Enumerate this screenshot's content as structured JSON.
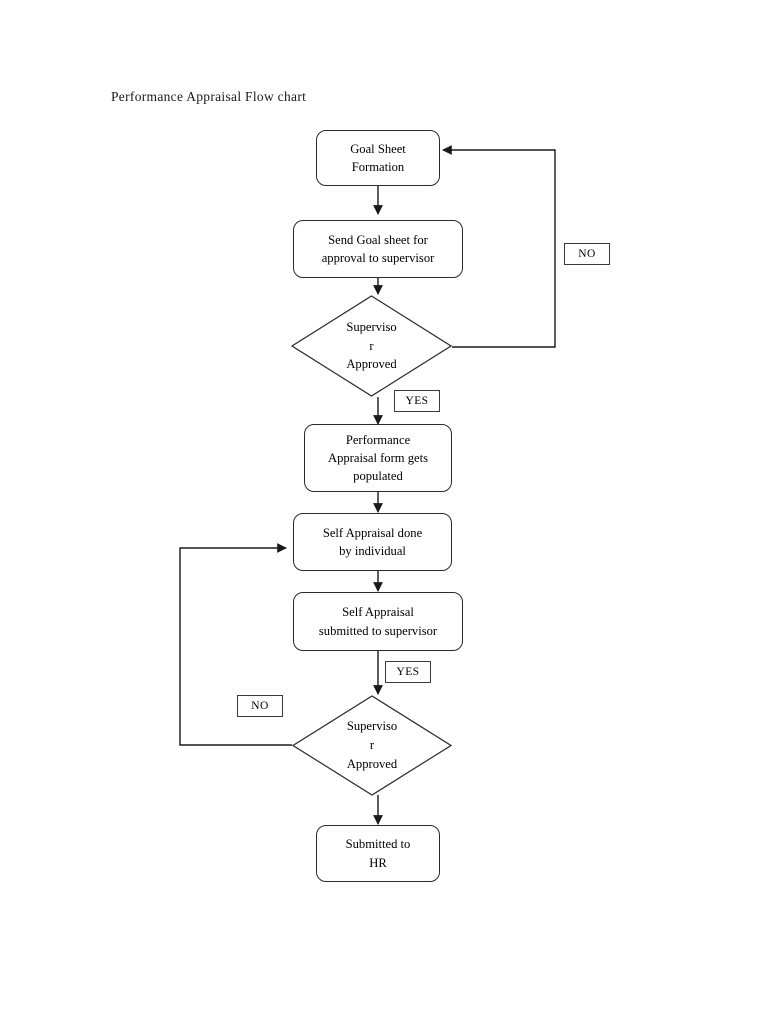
{
  "document": {
    "title": "Performance Appraisal Flow chart"
  },
  "chart_data": {
    "type": "diagram",
    "diagram_kind": "flowchart",
    "title": "Performance Appraisal Flow chart",
    "orientation": "top-to-bottom",
    "nodes": [
      {
        "id": "n1",
        "shape": "rounded-rectangle",
        "lines": [
          "Goal Sheet",
          "Formation"
        ],
        "text": "Goal Sheet Formation"
      },
      {
        "id": "n2",
        "shape": "rounded-rectangle",
        "lines": [
          "Send Goal sheet for",
          "approval to supervisor"
        ],
        "text": "Send Goal sheet for approval to supervisor"
      },
      {
        "id": "d1",
        "shape": "diamond",
        "lines": [
          "Superviso",
          "r",
          "Approved"
        ],
        "text": "Supervisor Approved"
      },
      {
        "id": "n3",
        "shape": "rounded-rectangle",
        "lines": [
          "Performance",
          "Appraisal form gets",
          "populated"
        ],
        "text": "Performance Appraisal form gets populated"
      },
      {
        "id": "n4",
        "shape": "rounded-rectangle",
        "lines": [
          "Self Appraisal done",
          "by individual"
        ],
        "text": "Self Appraisal done by individual"
      },
      {
        "id": "n5",
        "shape": "rounded-rectangle",
        "lines": [
          "Self Appraisal",
          "submitted to supervisor"
        ],
        "text": "Self Appraisal submitted to supervisor"
      },
      {
        "id": "d2",
        "shape": "diamond",
        "lines": [
          "Superviso",
          "r",
          "Approved"
        ],
        "text": "Supervisor Approved"
      },
      {
        "id": "n6",
        "shape": "rounded-rectangle",
        "lines": [
          "Submitted to",
          "HR"
        ],
        "text": "Submitted to HR"
      }
    ],
    "edges": [
      {
        "from": "n1",
        "to": "n2",
        "label": ""
      },
      {
        "from": "n2",
        "to": "d1",
        "label": ""
      },
      {
        "from": "d1",
        "to": "n1",
        "label": "NO",
        "route": "right-loop-up"
      },
      {
        "from": "d1",
        "to": "n3",
        "label": "YES",
        "route": "down"
      },
      {
        "from": "n3",
        "to": "n4",
        "label": ""
      },
      {
        "from": "n4",
        "to": "n5",
        "label": ""
      },
      {
        "from": "n5",
        "to": "d2",
        "label": "YES",
        "route": "down"
      },
      {
        "from": "d2",
        "to": "n4",
        "label": "NO",
        "route": "left-loop-up"
      },
      {
        "from": "d2",
        "to": "n6",
        "label": "",
        "route": "down"
      }
    ],
    "edge_labels": [
      {
        "id": "no1",
        "text": "NO"
      },
      {
        "id": "yes1",
        "text": "YES"
      },
      {
        "id": "yes2",
        "text": "YES"
      },
      {
        "id": "no2",
        "text": "NO"
      }
    ],
    "colors": {
      "stroke": "#2b2b2b",
      "text": "#000000",
      "background": "#ffffff"
    }
  }
}
